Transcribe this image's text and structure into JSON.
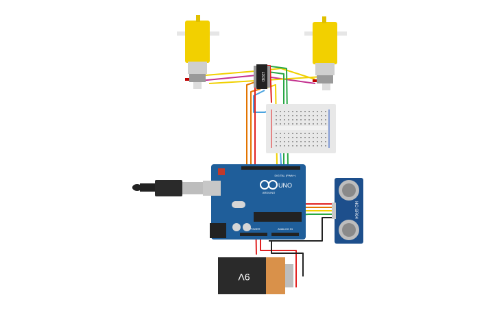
{
  "circuit": {
    "arduino": {
      "brand": "ARDUINO",
      "model": "UNO",
      "header_digital": "DIGITAL (PWM~)",
      "header_power": "POWER",
      "header_analog": "ANALOG IN"
    },
    "motor_driver": {
      "label": "L293D"
    },
    "ultrasonic": {
      "label": "HC-SR04"
    },
    "battery": {
      "label": "9V"
    }
  },
  "colors": {
    "arduino_board": "#1f5e9a",
    "motor_yellow": "#f2d000",
    "breadboard": "#e8e8e8",
    "battery_body": "#2a2a2a",
    "battery_label": "#d9914a",
    "ultrasonic_board": "#1d4f8c",
    "wire_red": "#e02020",
    "wire_yellow": "#f0d000",
    "wire_green": "#28a745",
    "wire_orange": "#e27400",
    "wire_blue": "#4aa3df",
    "wire_magenta": "#c3308f",
    "wire_black": "#222222"
  },
  "icons": [
    "dc-motor-icon",
    "dc-motor-icon",
    "arduino-uno-icon",
    "usb-cable-icon",
    "breadboard-icon",
    "ultrasonic-sensor-icon",
    "battery-9v-icon",
    "motor-driver-chip-icon"
  ]
}
